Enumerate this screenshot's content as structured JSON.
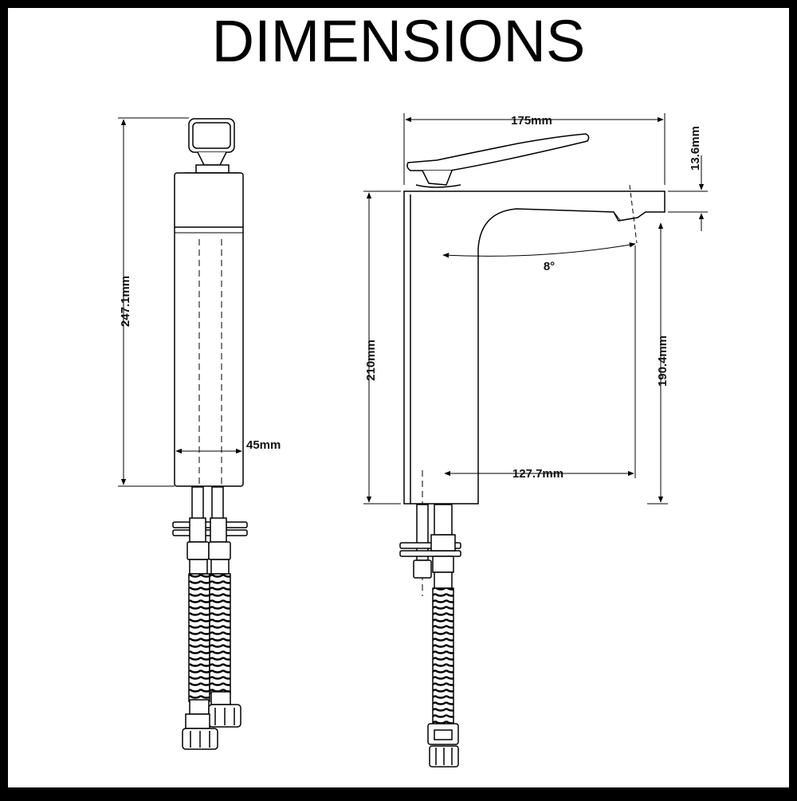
{
  "title": "DIMENSIONS",
  "views": {
    "side": {
      "height_label": "247.1mm",
      "width_label": "45mm"
    },
    "front": {
      "overall_width_label": "175mm",
      "spout_thickness_label": "13.6mm",
      "angle_label": "8°",
      "body_height_label": "210mm",
      "clearance_label": "190.4mm",
      "reach_label": "127.7mm"
    }
  }
}
